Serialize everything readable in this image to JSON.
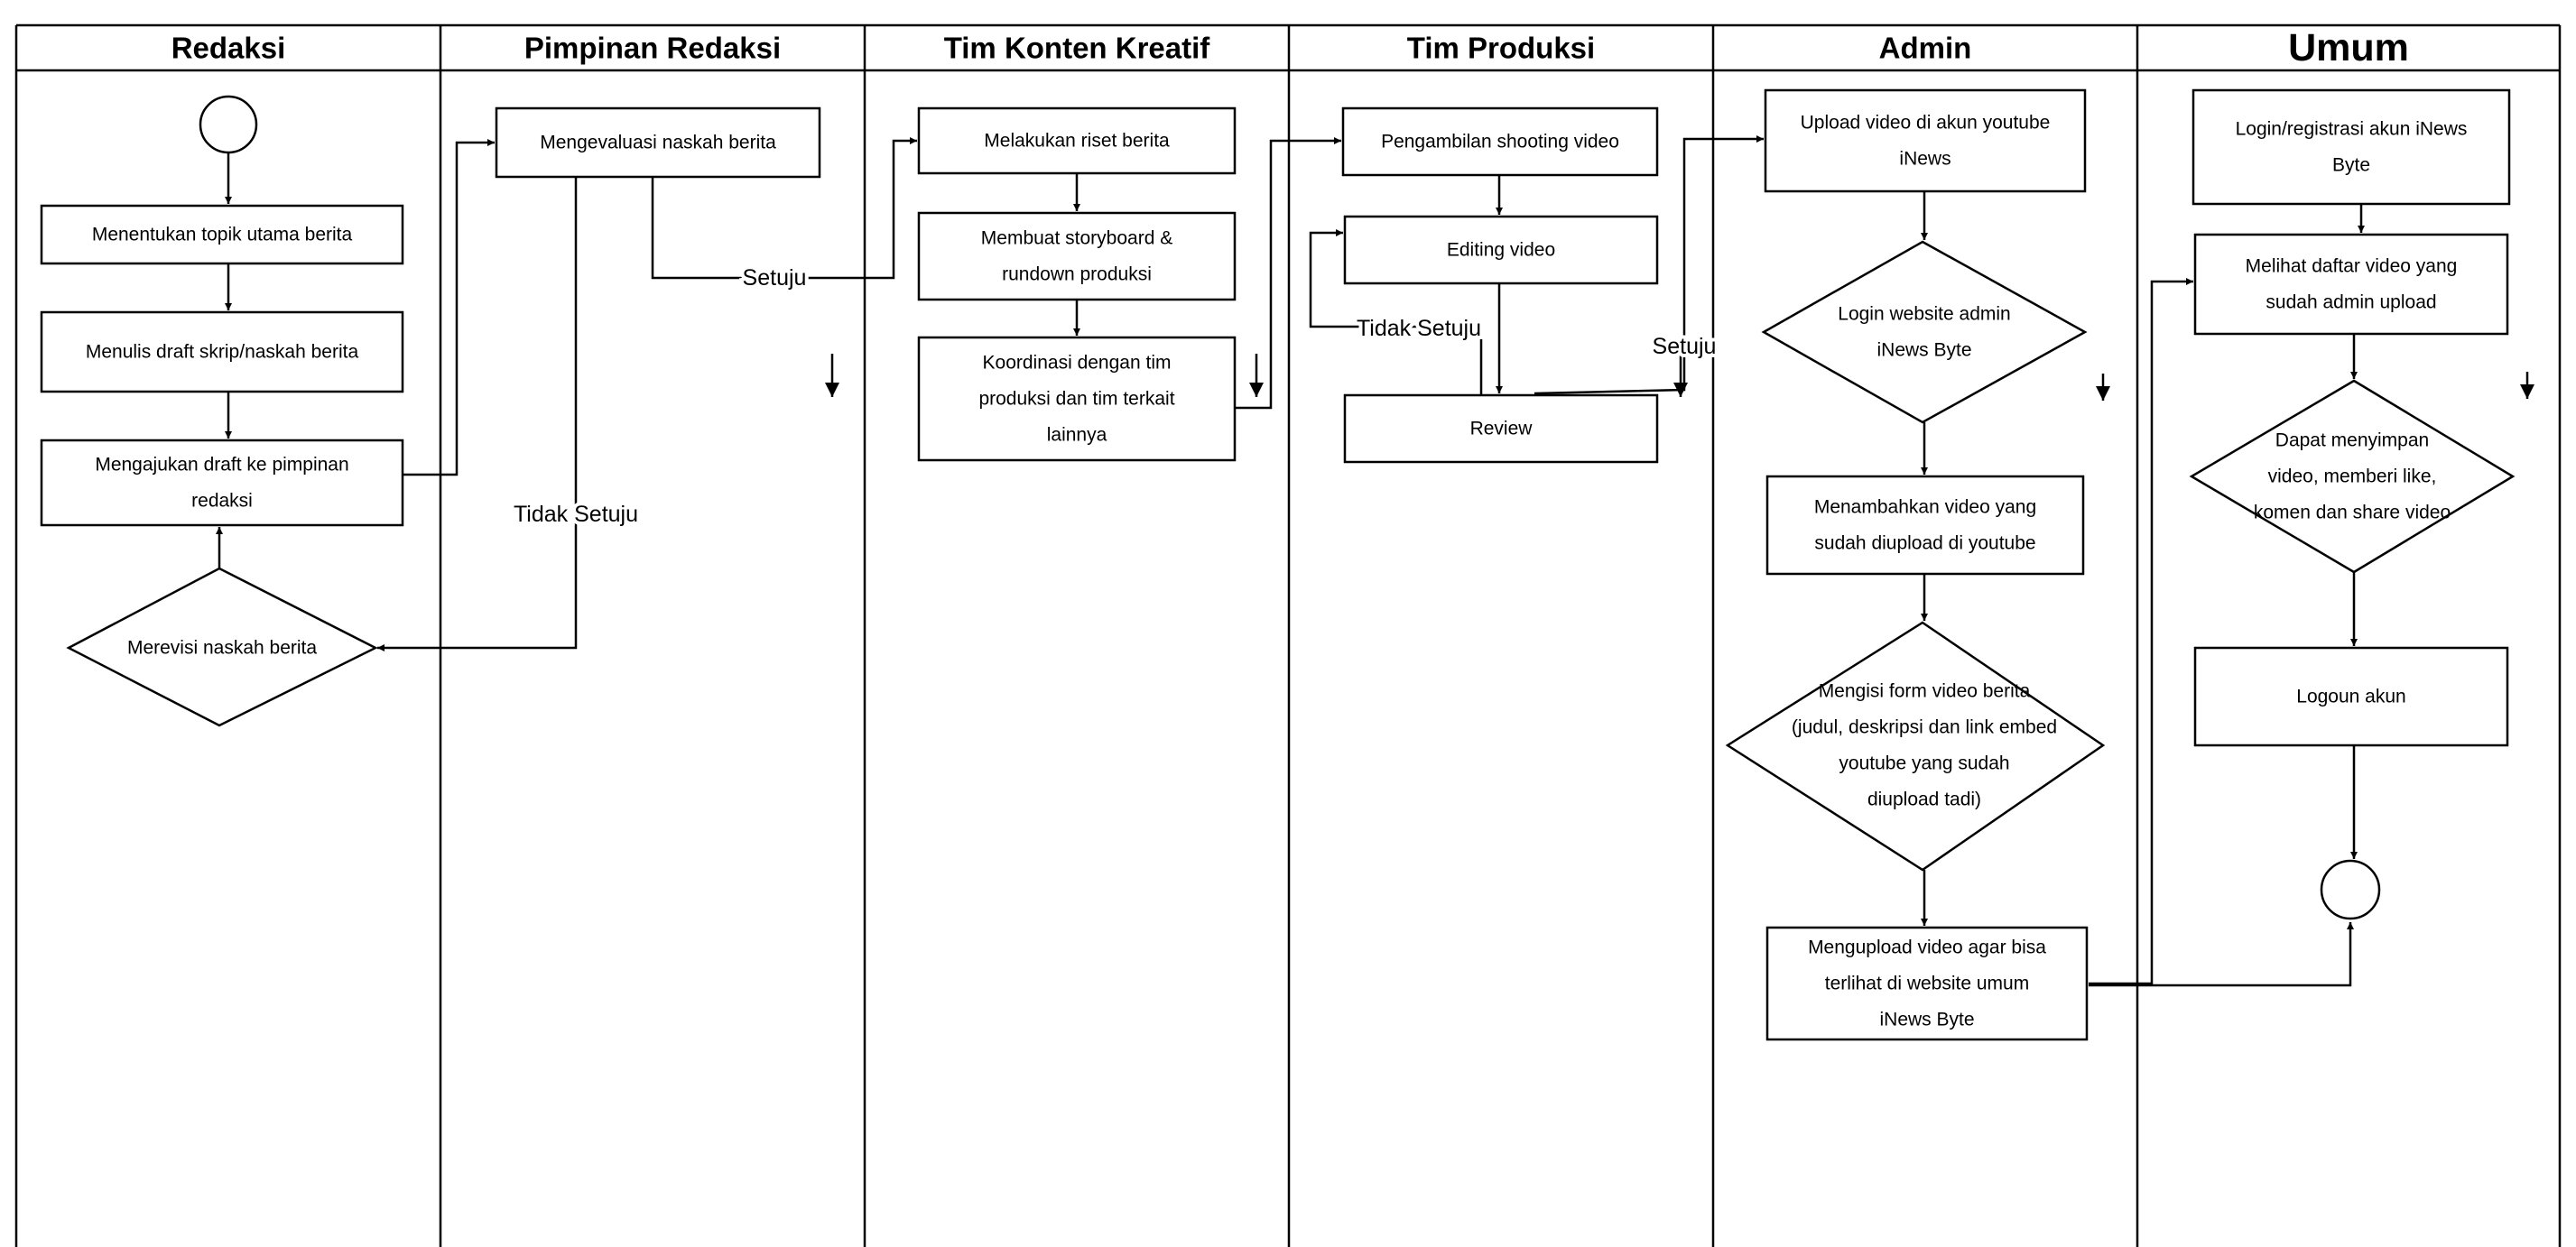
{
  "lanes": [
    {
      "id": "redaksi",
      "title": "Redaksi"
    },
    {
      "id": "pimpinan",
      "title": "Pimpinan Redaksi"
    },
    {
      "id": "konten",
      "title": "Tim Konten Kreatif"
    },
    {
      "id": "produksi",
      "title": "Tim Produksi"
    },
    {
      "id": "admin",
      "title": "Admin"
    },
    {
      "id": "umum",
      "title": "Umum"
    }
  ],
  "nodes": {
    "start": {
      "type": "start",
      "lines": []
    },
    "topik": {
      "type": "process",
      "lines": [
        "Menentukan topik utama berita"
      ]
    },
    "draft": {
      "type": "process",
      "lines": [
        "Menulis draft skrip/naskah berita"
      ]
    },
    "ajukan": {
      "type": "process",
      "lines": [
        "Mengajukan draft ke pimpinan",
        "redaksi"
      ]
    },
    "revisi": {
      "type": "decision",
      "lines": [
        "Merevisi naskah berita"
      ]
    },
    "evaluasi": {
      "type": "process",
      "lines": [
        "Mengevaluasi naskah berita"
      ]
    },
    "riset": {
      "type": "process",
      "lines": [
        "Melakukan riset berita"
      ]
    },
    "storyboard": {
      "type": "process",
      "lines": [
        "Membuat storyboard &",
        "rundown produksi"
      ]
    },
    "koordinasi": {
      "type": "process",
      "lines": [
        "Koordinasi dengan tim",
        "produksi dan tim terkait",
        "lainnya"
      ]
    },
    "shooting": {
      "type": "process",
      "lines": [
        "Pengambilan shooting video"
      ]
    },
    "editing": {
      "type": "process",
      "lines": [
        "Editing video"
      ]
    },
    "review": {
      "type": "process",
      "lines": [
        "Review"
      ]
    },
    "upload_yt": {
      "type": "process",
      "lines": [
        "Upload video di akun youtube",
        "iNews"
      ]
    },
    "login_admin": {
      "type": "decision",
      "lines": [
        "Login website admin",
        "iNews Byte"
      ]
    },
    "tambah": {
      "type": "process",
      "lines": [
        "Menambahkan video yang",
        "sudah diupload di youtube"
      ]
    },
    "form": {
      "type": "decision",
      "lines": [
        "Mengisi form video berita",
        "(judul, deskripsi dan link embed",
        "youtube yang sudah",
        "diupload tadi)"
      ]
    },
    "upload_web": {
      "type": "process",
      "lines": [
        "Mengupload video agar bisa",
        "terlihat di website umum",
        "iNews Byte"
      ]
    },
    "login_umum": {
      "type": "process",
      "lines": [
        "Login/registrasi akun iNews",
        "Byte"
      ]
    },
    "daftar": {
      "type": "process",
      "lines": [
        "Melihat daftar video yang",
        "sudah admin upload"
      ]
    },
    "simpan": {
      "type": "decision",
      "lines": [
        "Dapat menyimpan",
        "video, memberi like,",
        "komen dan share video"
      ]
    },
    "logout": {
      "type": "process",
      "lines": [
        "Logoun akun"
      ]
    },
    "end": {
      "type": "end",
      "lines": []
    }
  },
  "edge_labels": {
    "setuju_1": "Setuju",
    "tidak_setuju_1": "Tidak Setuju",
    "tidak_setuju_2": "Tidak Setuju",
    "setuju_2": "Setuju"
  }
}
